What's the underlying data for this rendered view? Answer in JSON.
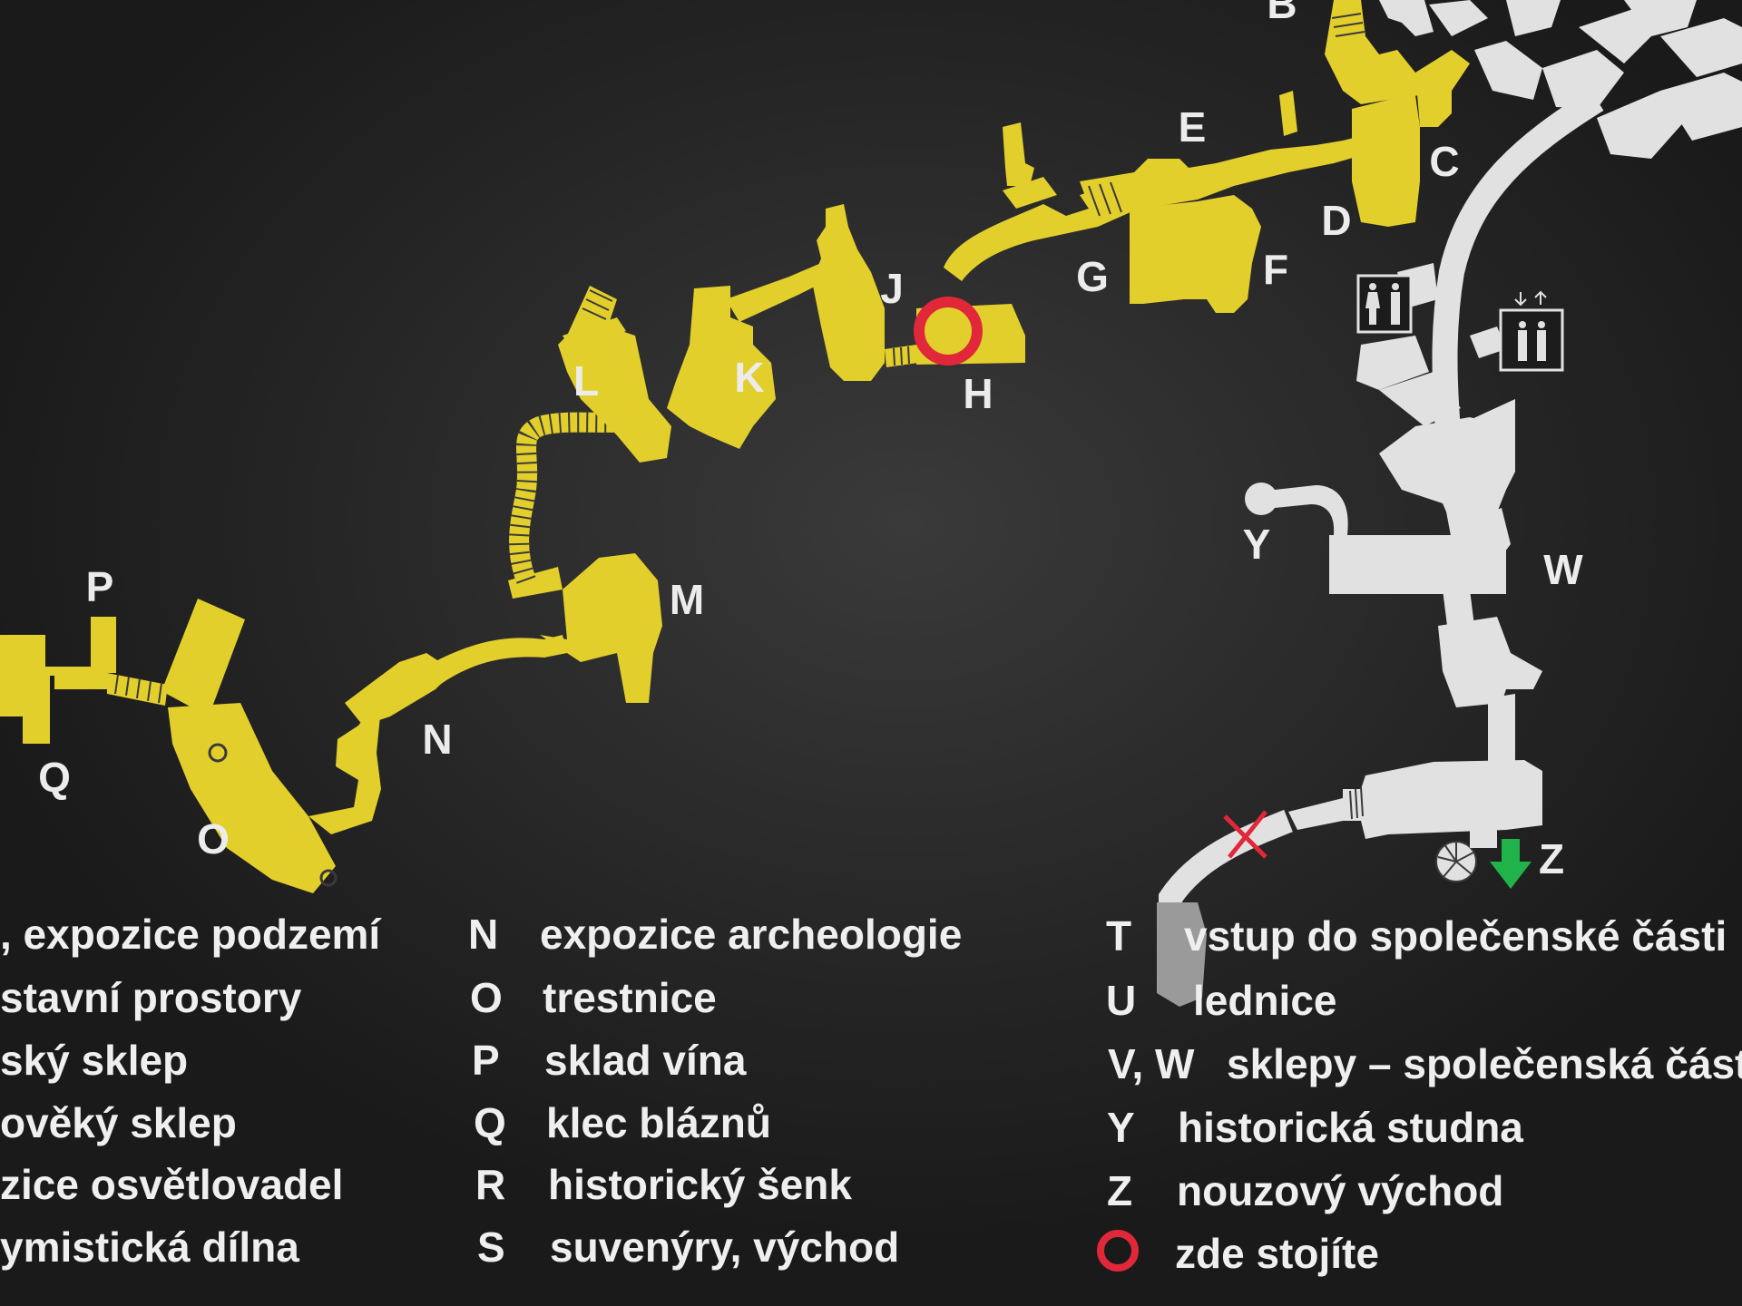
{
  "map": {
    "colors": {
      "background": "#1c1c1c",
      "tour_route": "#e3cf2c",
      "other_areas": "#e1e1e1",
      "you_are_here": "#e0283a",
      "exit_arrow": "#1fb34a",
      "closed_cross": "#e0283a"
    },
    "labels": [
      {
        "key": "B",
        "text": "B"
      },
      {
        "key": "C",
        "text": "C"
      },
      {
        "key": "D",
        "text": "D"
      },
      {
        "key": "E",
        "text": "E"
      },
      {
        "key": "F",
        "text": "F"
      },
      {
        "key": "G",
        "text": "G"
      },
      {
        "key": "H",
        "text": "H"
      },
      {
        "key": "J",
        "text": "J"
      },
      {
        "key": "K",
        "text": "K"
      },
      {
        "key": "L",
        "text": "L"
      },
      {
        "key": "M",
        "text": "M"
      },
      {
        "key": "N",
        "text": "N"
      },
      {
        "key": "O",
        "text": "O"
      },
      {
        "key": "P",
        "text": "P"
      },
      {
        "key": "Q",
        "text": "Q"
      },
      {
        "key": "W",
        "text": "W"
      },
      {
        "key": "Y",
        "text": "Y"
      },
      {
        "key": "Z",
        "text": "Z"
      }
    ],
    "icons": [
      "restroom-icon",
      "elevator-icon",
      "you-are-here-icon",
      "emergency-exit-arrow-icon",
      "closed-passage-icon"
    ]
  },
  "legend": {
    "col1": [
      {
        "text": ", expozice podzemí"
      },
      {
        "text": "stavní prostory"
      },
      {
        "text": "ský sklep"
      },
      {
        "text": "ověký sklep"
      },
      {
        "text": "zice osvětlovadel"
      },
      {
        "text": "ymistická dílna"
      }
    ],
    "col2": [
      {
        "letter": "N",
        "text": "expozice archeologie"
      },
      {
        "letter": "O",
        "text": "trestnice"
      },
      {
        "letter": "P",
        "text": "sklad vína"
      },
      {
        "letter": "Q",
        "text": "klec bláznů"
      },
      {
        "letter": "R",
        "text": "historický šenk"
      },
      {
        "letter": "S",
        "text": "suvenýry, východ"
      }
    ],
    "col3": [
      {
        "letter": "T",
        "text": "vstup do společenské části"
      },
      {
        "letter": "U",
        "text": "lednice"
      },
      {
        "letter": "V, W",
        "text": "sklepy – společenská část"
      },
      {
        "letter": "Y",
        "text": "historická studna"
      },
      {
        "letter": "Z",
        "text": "nouzový východ"
      },
      {
        "letter": "",
        "text": "zde stojíte"
      }
    ]
  }
}
